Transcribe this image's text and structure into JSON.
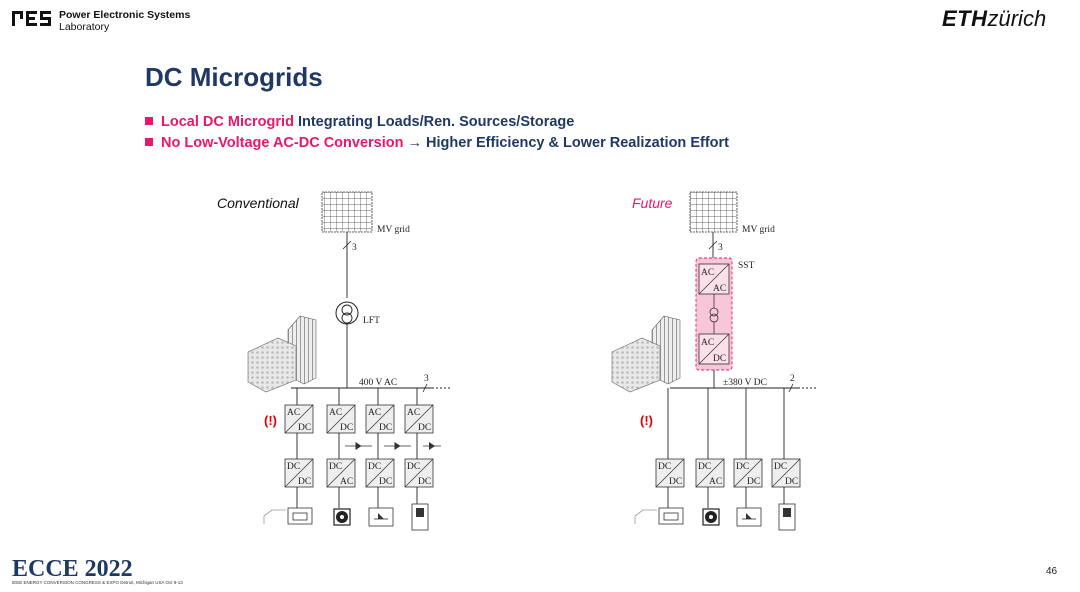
{
  "header": {
    "lab_line1": "Power Electronic Systems",
    "lab_line2": "Laboratory",
    "eth_bold": "ETH",
    "eth_rest": "zürich"
  },
  "slide": {
    "title": "DC Microgrids",
    "bullets": [
      {
        "highlight": "Local DC Microgrid",
        "rest": " Integrating Loads/Ren. Sources/Storage"
      },
      {
        "highlight": "No Low-Voltage AC-DC Conversion",
        "rest": " → Higher Efficiency & Lower Realization Effort"
      }
    ]
  },
  "diagram": {
    "left": {
      "heading": "Conventional",
      "grid_label": "MV grid",
      "phase_count": "3",
      "transformer_label": "LFT",
      "bus_label": "400 V AC",
      "bus_phases": "3",
      "warning": "(!)",
      "upper_converters": [
        [
          "AC",
          "DC"
        ],
        [
          "AC",
          "DC"
        ],
        [
          "AC",
          "DC"
        ],
        [
          "AC",
          "DC"
        ]
      ],
      "lower_converters": [
        [
          "DC",
          "DC"
        ],
        [
          "DC",
          "AC"
        ],
        [
          "DC",
          "DC"
        ],
        [
          "DC",
          "DC"
        ]
      ]
    },
    "right": {
      "heading": "Future",
      "grid_label": "MV grid",
      "phase_count": "3",
      "sst_label": "SST",
      "sst_top": [
        "AC",
        "AC"
      ],
      "sst_bottom": [
        "AC",
        "DC"
      ],
      "bus_label": "±380 V DC",
      "bus_poles": "2",
      "warning": "(!)",
      "lower_converters": [
        [
          "DC",
          "DC"
        ],
        [
          "DC",
          "AC"
        ],
        [
          "DC",
          "DC"
        ],
        [
          "DC",
          "DC"
        ]
      ]
    },
    "colors": {
      "highlight": "#e8176b",
      "navy": "#1f3864",
      "warning": "#e00000",
      "sst_fill": "#f7c6d9"
    }
  },
  "footer": {
    "conf_logo": "ECCE 2022",
    "conf_line": "IEEE ENERGY CONVERSION CONGRESS & EXPO  Detroit, Michigan USA  Oct 9-13",
    "page_number": "46"
  }
}
